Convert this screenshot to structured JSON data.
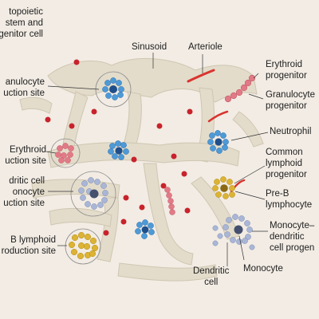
{
  "labels": {
    "hsc": [
      "topoietic",
      "stem and",
      "genitor cell"
    ],
    "sinusoid": [
      "Sinusoid"
    ],
    "arteriole": [
      "Arteriole"
    ],
    "erythroid_progenitor": [
      "Erythroid",
      "progenitor"
    ],
    "granulocyte_site": [
      "anulocyte",
      "uction site"
    ],
    "granulocyte_progenitor": [
      "Granulocyte",
      "progenitor"
    ],
    "neutrophil": [
      "Neutrophil"
    ],
    "erythroid_site": [
      "Erythroid",
      "uction site"
    ],
    "clp": [
      "Common",
      "lymphoid",
      "progenitor"
    ],
    "dendritic_site": [
      "dritic cell",
      "onocyte",
      "uction site"
    ],
    "preb": [
      "Pre-B",
      "lymphocyte"
    ],
    "blymphoid_site": [
      "B lymphoid",
      "roduction site"
    ],
    "mdp": [
      "Monocyte–",
      "dendritic",
      "cell progen"
    ],
    "dendritic_cell": [
      "Dendritic",
      "cell"
    ],
    "monocyte": [
      "Monocyte"
    ]
  },
  "colors": {
    "background": "#f2ece4",
    "stroma": "#e3dccb",
    "stroma_edge": "#cfc6b1",
    "erythroid": "#e27a86",
    "granulocyte": "#4d9ad6",
    "granulocyte_nucleus": "#1f4f8a",
    "lymphoid": "#dcb333",
    "monocyte": "#a9b6d6",
    "red_cell": "#c8232c",
    "arteriole": "#d9342f",
    "leader": "#333333"
  }
}
